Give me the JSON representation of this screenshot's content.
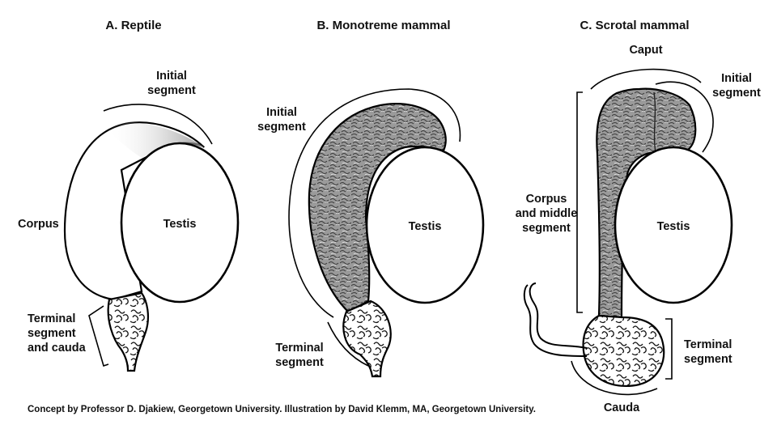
{
  "panels": [
    {
      "title": "A. Reptile",
      "labels": {
        "initial": [
          "Initial",
          "segment"
        ],
        "corpus": [
          "Corpus"
        ],
        "testis": [
          "Testis"
        ],
        "terminal": [
          "Terminal",
          "segment",
          "and cauda"
        ]
      }
    },
    {
      "title": "B. Monotreme mammal",
      "labels": {
        "initial": [
          "Initial",
          "segment"
        ],
        "testis": [
          "Testis"
        ],
        "terminal": [
          "Terminal",
          "segment"
        ]
      }
    },
    {
      "title": "C. Scrotal mammal",
      "labels": {
        "caput": [
          "Caput"
        ],
        "initial": [
          "Initial",
          "segment"
        ],
        "corpus": [
          "Corpus",
          "and middle",
          "segment"
        ],
        "testis": [
          "Testis"
        ],
        "terminal": [
          "Terminal",
          "segment"
        ],
        "cauda": [
          "Cauda"
        ]
      }
    }
  ],
  "credit": "Concept by Professor D. Djakiew, Georgetown University. Illustration by David Klemm, MA, Georgetown University."
}
